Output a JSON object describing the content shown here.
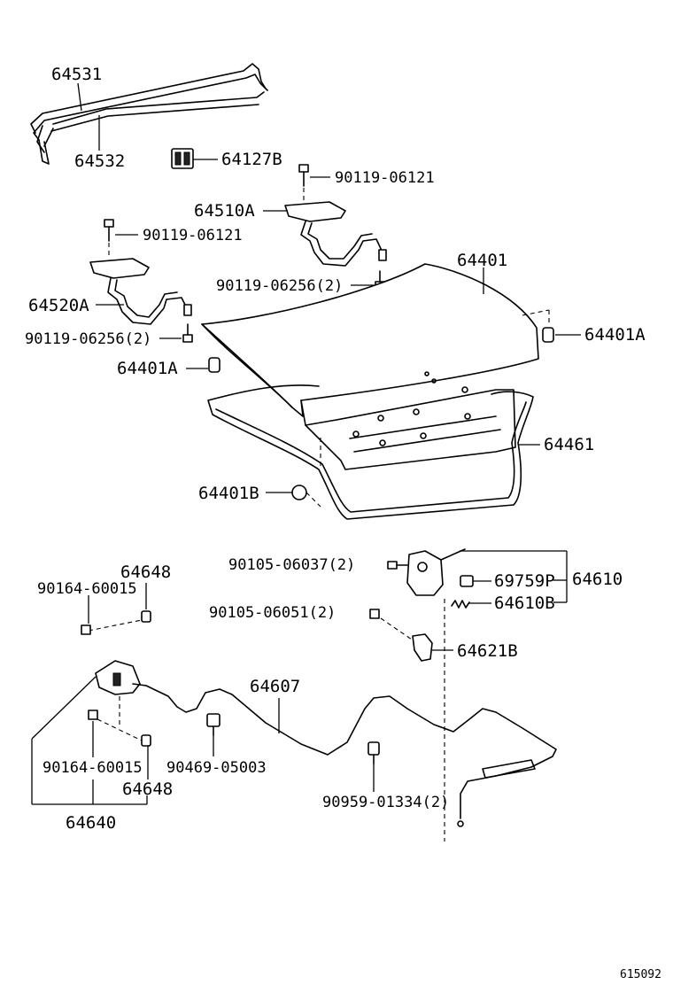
{
  "diagram": {
    "labels": {
      "p64531": "64531",
      "p64532": "64532",
      "p64127b": "64127B",
      "p90119_06121_a": "90119-06121",
      "p64510a": "64510A",
      "p90119_06121_b": "90119-06121",
      "p64401": "64401",
      "p90119_06256_a": "90119-06256(2)",
      "p64520a": "64520A",
      "p64401a_r": "64401A",
      "p90119_06256_b": "90119-06256(2)",
      "p64401a_l": "64401A",
      "p64461": "64461",
      "p64401b": "64401B",
      "p64648_a": "64648",
      "p90105_06037": "90105-06037(2)",
      "p69759p": "69759P",
      "p64610": "64610",
      "p90164_60015_a": "90164-60015",
      "p90105_06051": "90105-06051(2)",
      "p64610b": "64610B",
      "p64621b": "64621B",
      "p64607": "64607",
      "p90164_60015_b": "90164-60015",
      "p90469_05003": "90469-05003",
      "p64648_b": "64648",
      "p90959_01334": "90959-01334(2)",
      "p64640": "64640",
      "figure_id": "615092"
    }
  }
}
